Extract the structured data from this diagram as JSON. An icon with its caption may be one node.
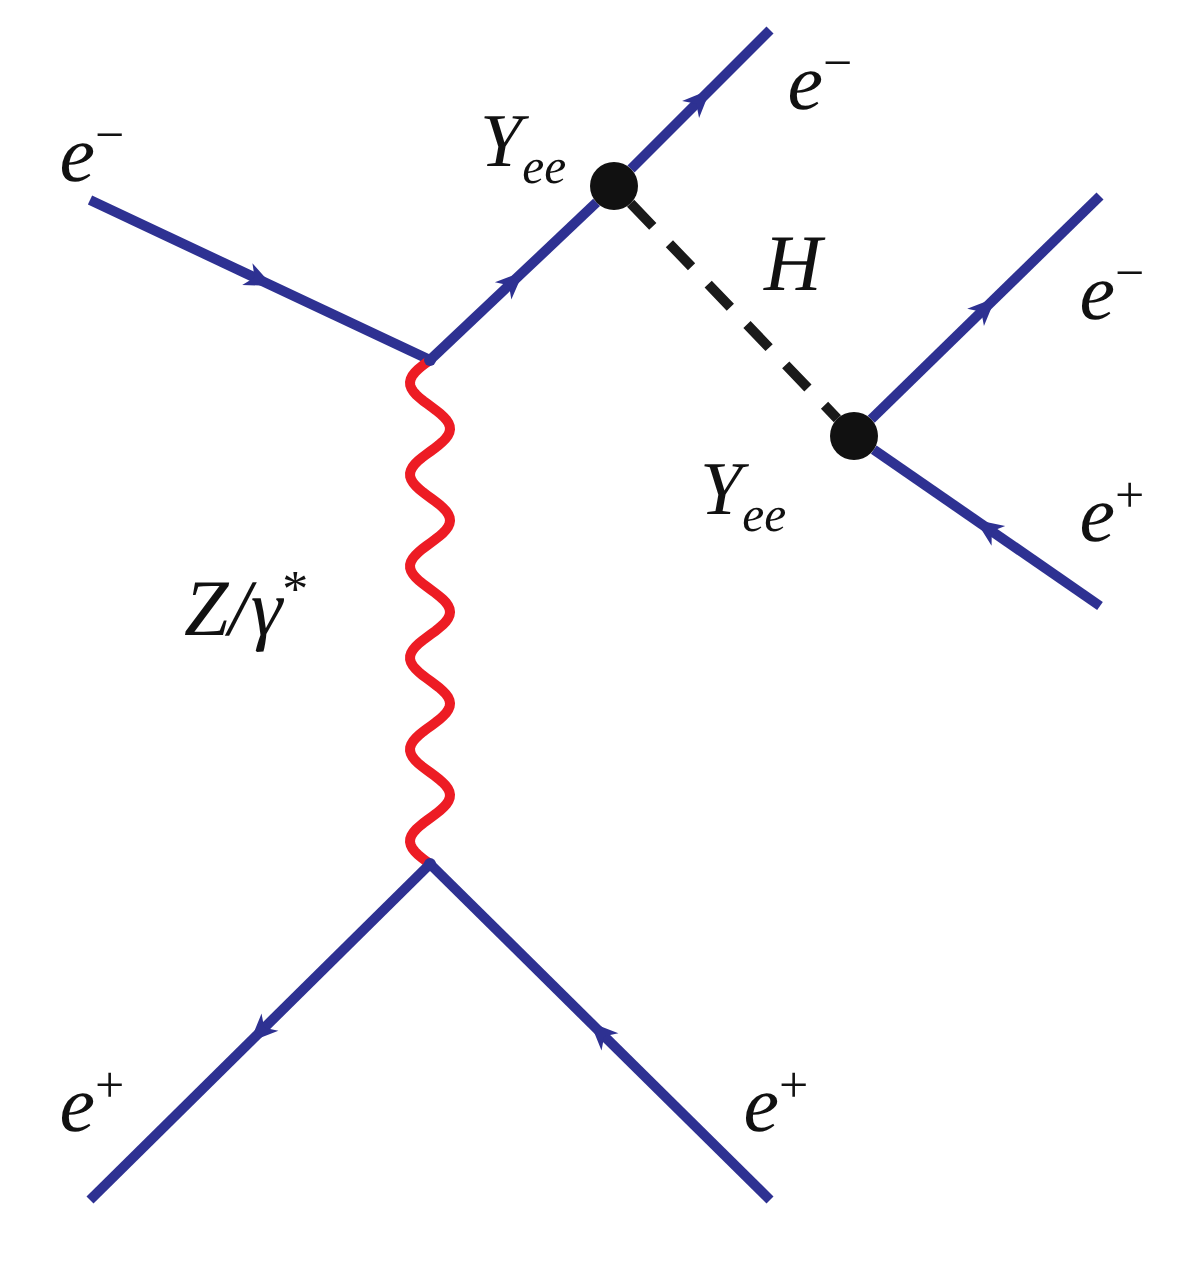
{
  "diagram": {
    "nodes": [
      {
        "text": [
          "e$^{−}$"
        ]
      },
      {
        "text": [],
        "shape": "point"
      },
      {
        "text": [],
        "shape": "circle",
        "beside": [
          "Y$_{ee}$"
        ]
      },
      {
        "text": [
          "e$^{−}$"
        ]
      },
      {
        "text": [],
        "shape": "circle",
        "beside": [
          "Y$_{ee}$"
        ]
      },
      {
        "text": [
          "e$^{−}$"
        ]
      },
      {
        "text": [
          "e$^{+}$"
        ]
      },
      {
        "text": [],
        "shape": "point"
      },
      {
        "text": [
          "e$^{+}$"
        ]
      },
      {
        "text": [
          "e$^{+}$"
        ]
      }
    ],
    "edges": [
      {
        "from": 0,
        "to": 1,
        "arrow": "to"
      },
      {
        "from": 1,
        "to": 2,
        "arrow": "to"
      },
      {
        "from": 2,
        "to": 3,
        "arrow": "to"
      },
      {
        "from": 2,
        "to": 4,
        "arrow": "none",
        "style": "dashed",
        "color": "#1a1a1a",
        "label": "H"
      },
      {
        "from": 4,
        "to": 5,
        "arrow": "to"
      },
      {
        "from": 6,
        "to": 4,
        "arrow": "to"
      },
      {
        "from": 1,
        "to": 7,
        "arrow": "none",
        "color": "#ed1c24",
        "label": "Z/γ$^{*}$"
      },
      {
        "from": 7,
        "to": 8,
        "arrow": "to"
      },
      {
        "from": 9,
        "to": 7,
        "arrow": "to"
      }
    ]
  }
}
